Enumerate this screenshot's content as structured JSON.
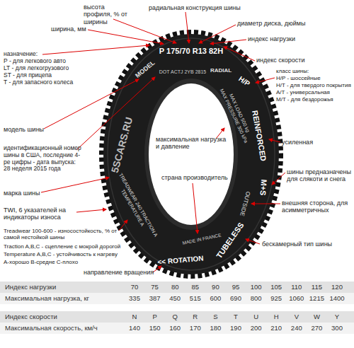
{
  "diagram": {
    "labels": [
      "высота профиля, % от ширины",
      "радиальная конструкция шины",
      "ширина, мм",
      "диаметр диска, дюймы",
      "индекс нагрузки",
      "индекс скорости",
      "назначение:",
      "P - для легкового авто",
      "LT - для легкогрузового",
      "ST - для прицепа",
      "T - для запасного колеса",
      "класс шины:",
      "H/P - шоссейные",
      "H/T - для твердого покрытия",
      "A/T - универсальная",
      "M/T - для бездорожья",
      "модель шины",
      "идентификационный номер шины в США, последние 4-ре цифры - дата выпуска: 28 неделя 2015 года",
      "максимальная нагрузка и давление",
      "усиленная",
      "марка шины",
      "страна производитель",
      "шины предназначены для слякоти и снега",
      "TWI, 6 указателей на индикаторы износа",
      "внешняя сторона, для асимметричных",
      "Treadwear 100-600 - износостойкость, % от самой нестойкой шины",
      "Traction A,B,C - сцепление с мокрой дорогой",
      "Temperature A,B,C - устойчивость к нагреву",
      "A-хорошо B-средне C-плохо",
      "бескамерный тип шины",
      "направление вращения",
      "5SCARS.RU",
      "MODEL",
      "P 175/70 R13 82H",
      "DOT ACTJ 2YB 2815",
      "RADIAL",
      "H/P",
      "REINFORCED",
      "MAX LOAD 500 kg",
      "MAX PRESSURE 300 kPa",
      "M+S",
      "OUTSIDE",
      "TUBELESS",
      "MADE IN FRANCE",
      "<< ROTATION",
      "TREADWEAR 240 TRACTION A",
      "TEMPERATURE A",
      "Индекс нагрузки",
      "70",
      "75",
      "80",
      "85",
      "90",
      "95",
      "100",
      "105",
      "110",
      "115",
      "120",
      "Максимальная нагрузка, кг",
      "335",
      "387",
      "450",
      "515",
      "600",
      "690",
      "800",
      "925",
      "1060",
      "1215",
      "1400",
      "Индекс скорости",
      "N",
      "P",
      "Q",
      "R",
      "S",
      "T",
      "U",
      "H",
      "V",
      "W",
      "Y",
      "Максимальная скорость, км/ч",
      "140",
      "150",
      "160",
      "170",
      "180",
      "190",
      "200",
      "210",
      "240",
      "270",
      "300"
    ]
  }
}
